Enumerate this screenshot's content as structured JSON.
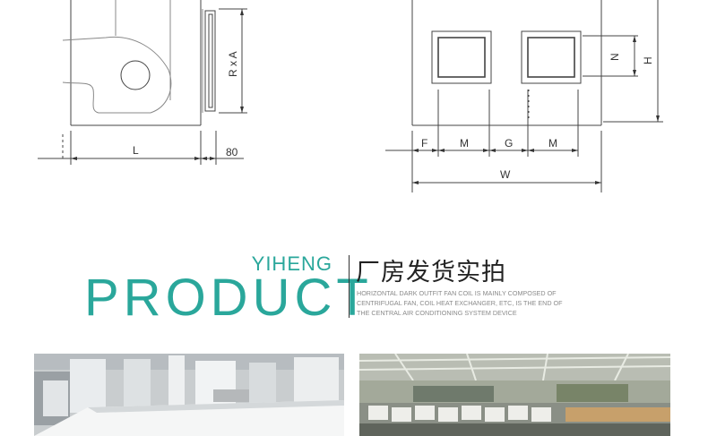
{
  "drawing_left": {
    "label_length": "L",
    "label_side_dim": "80",
    "label_height": "R x A"
  },
  "drawing_right": {
    "label_f": "F",
    "label_m1": "M",
    "label_g": "G",
    "label_m2": "M",
    "label_width": "W",
    "label_n": "N",
    "label_h": "H"
  },
  "section": {
    "brand_small": "YIHENG",
    "brand_big": "PRODUCT",
    "title_cn": "厂房发货实拍",
    "description": "HORIZONTAL DARK OUTFIT FAN COIL IS MAINLY COMPOSED OF CENTRIFUGAL FAN, COIL HEAT EXCHANGER, ETC, IS THE END OF THE CENTRAL AIR CONDITIONING SYSTEM DEVICE"
  },
  "colors": {
    "accent": "#2aa79b",
    "line": "#333333"
  }
}
